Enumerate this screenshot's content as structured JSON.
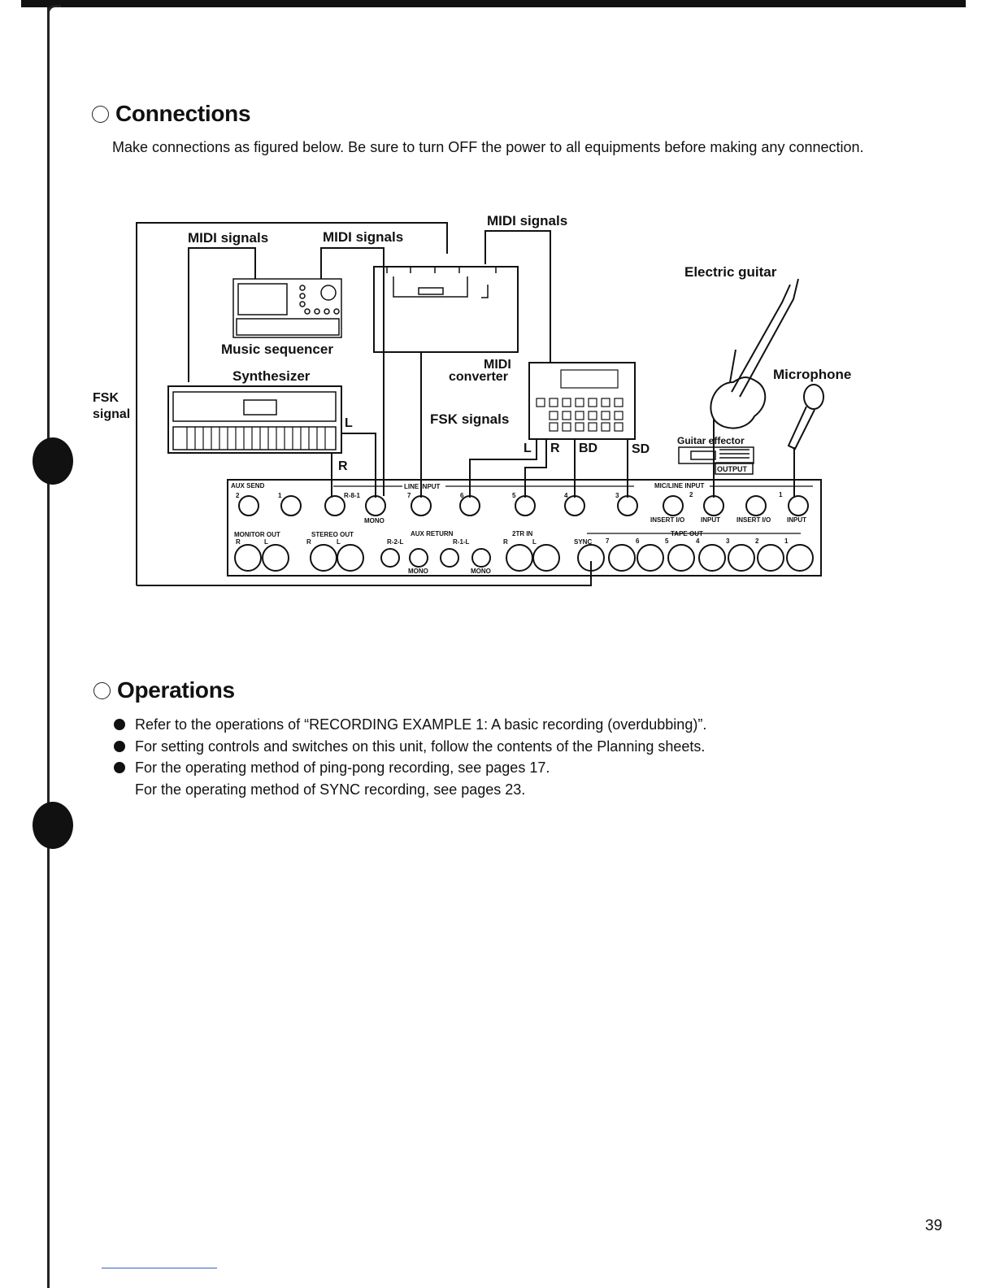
{
  "sections": {
    "connections": {
      "title": "Connections",
      "intro": "Make connections as figured below.  Be sure to turn OFF the power to all equipments before making any connection."
    },
    "operations": {
      "title": "Operations",
      "items": [
        "Refer to the operations of “RECORDING EXAMPLE 1: A basic recording (overdubbing)”.",
        "For setting controls and switches on this unit, follow the contents of the Planning sheets.",
        "For the operating method of ping-pong recording, see pages 17."
      ],
      "item3_continued": "For the operating method of SYNC recording, see pages 23."
    }
  },
  "diagram": {
    "labels": {
      "midi_signals_left": "MIDI signals",
      "midi_signals_center": "MIDI signals",
      "midi_signals_top": "MIDI signals",
      "music_sequencer": "Music sequencer",
      "synthesizer": "Synthesizer",
      "midi": "MIDI",
      "converter": "converter",
      "fsk_signals": "FSK signals",
      "fsk": "FSK",
      "signal": "signal",
      "electric_guitar": "Electric guitar",
      "microphone": "Microphone",
      "guitar_effector": "Guitar effector",
      "output": "OUTPUT",
      "l": "L",
      "r": "R",
      "l2": "L",
      "r2": "R",
      "bd": "BD",
      "sd": "SD"
    },
    "panel": {
      "aux_send": "AUX SEND",
      "line_input": "LINE INPUT",
      "mic_line_input": "MIC/LINE INPUT",
      "monitor_out": "MONITOR OUT",
      "stereo_out": "STEREO OUT",
      "aux_return": "AUX RETURN",
      "two_tr_in": "2TR IN",
      "tape_out": "TAPE OUT",
      "mono": "MONO",
      "mono2": "MONO",
      "mono3": "MONO",
      "insert_io": "INSERT I/O",
      "input": "INPUT",
      "insert_io_2": "INSERT I/O",
      "input_2": "INPUT",
      "r81": "R-8-1",
      "r2l": "R-2-L",
      "r1l": "R-1-L",
      "sync": "SYNC",
      "n2": "2",
      "n1": "1",
      "n7": "7",
      "n6": "6",
      "n5": "5",
      "n4": "4",
      "n3": "3",
      "m2": "2",
      "m1": "1",
      "rl_r": "R",
      "rl_l": "L",
      "rl_r2": "R",
      "rl_l2": "L",
      "rl_r3": "R",
      "rl_l3": "L",
      "t7": "7",
      "t6": "6",
      "t5": "5",
      "t4": "4",
      "t3": "3",
      "t2": "2",
      "t1": "1"
    }
  },
  "page_number": "39"
}
